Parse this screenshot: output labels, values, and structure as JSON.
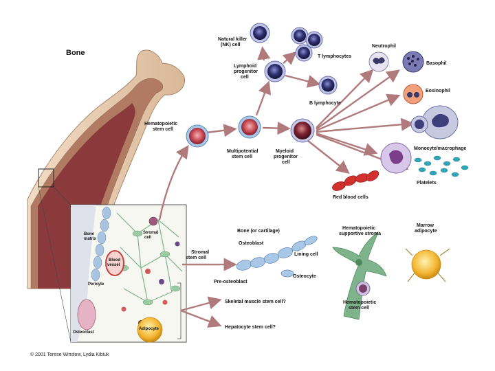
{
  "colors": {
    "bone_outer": "#e8cdb0",
    "bone_spongy": "#b07b62",
    "marrow": "#8a3a3a",
    "stem_cell": "#c74b55",
    "lymph_cell": "#2e2f6e",
    "rbc": "#d0302e",
    "arrow": "#b07a7c",
    "stroma_green": "#7fb38b",
    "adipocyte": "#f3b530",
    "platelet": "#2fa6b7"
  },
  "labels": {
    "bone": "Bone",
    "hsc": [
      "Hematopoietic",
      "stem cell"
    ],
    "multipotential": [
      "Multipotential",
      "stem cell"
    ],
    "lymphoid": [
      "Lymphoid",
      "progenitor",
      "cell"
    ],
    "myeloid": [
      "Myeloid",
      "progenitor",
      "cell"
    ],
    "nk": [
      "Natural killer",
      "(NK) cell"
    ],
    "t_lymph": "T lymphocytes",
    "b_lymph": "B lymphocyte",
    "neutrophil": "Neutrophil",
    "basophil": "Basophil",
    "eosinophil": "Eosinophil",
    "monocyte": "Monocyte/macrophage",
    "platelets": "Platelets",
    "rbc": "Red blood cells",
    "inset_bone_matrix": [
      "Bone",
      "matrix"
    ],
    "inset_stromal": [
      "Stromal",
      "cell"
    ],
    "inset_blood_vessel": [
      "Blood",
      "vessel"
    ],
    "inset_pericyte": "Pericyte",
    "inset_osteoclast": "Osteoclast",
    "inset_adipocyte": "Adipocyte",
    "stromal_stem": [
      "Stromal",
      "stem cell"
    ],
    "bone_cartilage": "Bone (or cartilage)",
    "osteoblast": "Osteoblast",
    "lining": "Lining cell",
    "pre_osteoblast": "Pre-osteoblast",
    "osteocyte": "Osteocyte",
    "skeletal": "Skeletal muscle stem cell?",
    "hepatocyte": "Hepatocyte stem cell?",
    "support_stroma": [
      "Hematopoietic",
      "supportive stroma"
    ],
    "marrow_adipocyte": [
      "Marrow",
      "adipocyte"
    ],
    "hsc_small": [
      "Hematopoietic",
      "stem cell"
    ]
  },
  "credit": "© 2001 Terese Winslow, Lydia Kibiuk"
}
